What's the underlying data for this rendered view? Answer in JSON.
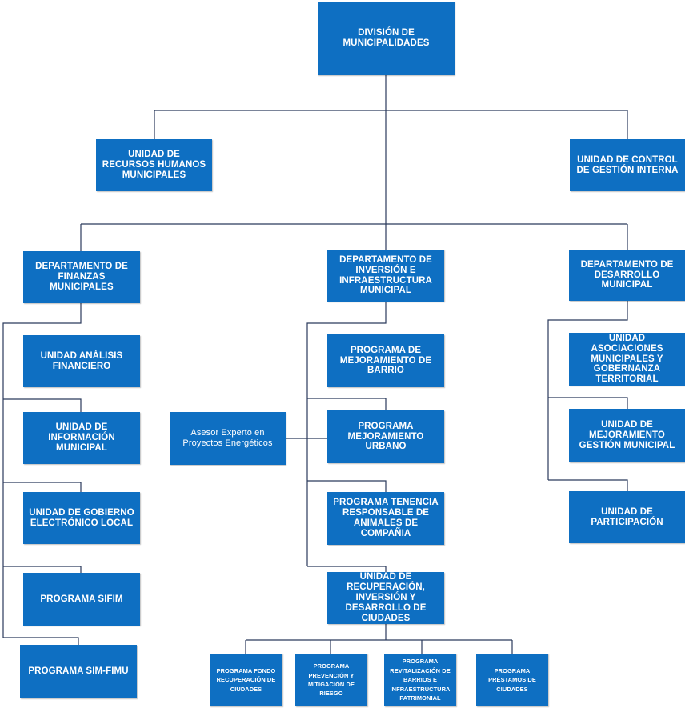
{
  "chart_colors": {
    "box": "#0E6FC2",
    "line": "#2B3A5C"
  },
  "nodes": {
    "division": "DIVISIÓN DE MUNICIPALIDADES",
    "urh": "UNIDAD DE RECURSOS HUMANOS MUNICIPALES",
    "ucgi": "UNIDAD DE CONTROL DE GESTIÓN INTERNA",
    "dfm": "DEPARTAMENTO DE FINANZAS MUNICIPALES",
    "diiu": "DEPARTAMENTO DE INVERSIÓN E INFRAESTRUCTURA MUNICIPAL",
    "ddm": "DEPARTAMENTO DE DESARROLLO MUNICIPAL",
    "uaf": "UNIDAD ANÁLISIS FINANCIERO",
    "uim": "UNIDAD DE INFORMACIÓN MUNICIPAL",
    "ugel": "UNIDAD DE GOBIERNO ELECTRÓNICO LOCAL",
    "sifim": "PROGRAMA SIFIM",
    "simfimu": "PROGRAMA SIM-FIMU",
    "pmb": "PROGRAMA DE MEJORAMIENTO DE BARRIO",
    "pmu": "PROGRAMA MEJORAMIENTO URBANO",
    "ptra": "PROGRAMA TENENCIA RESPONSABLE DE ANIMALES DE COMPAÑIA",
    "urid": "UNIDAD DE RECUPERACIÓN, INVERSIÓN Y DESARROLLO DE CIUDADES",
    "asesor": "Asesor Experto en Proyectos Energéticos",
    "uamg": "UNIDAD ASOCIACIONES MUNICIPALES Y GOBERNANZA TERRITORIAL",
    "umgm": "UNIDAD DE MEJORAMIENTO GESTIÓN MUNICIPAL",
    "up": "UNIDAD DE PARTICIPACIÓN",
    "pfrc": "PROGRAMA FONDO RECUPERACIÓN DE CIUDADES",
    "ppmr": "PROGRAMA PREVENCIÓN Y MITIGACIÓN DE RIESGO",
    "prbip": "PROGRAMA REVITALIZACIÓN DE BARRIOS E INFRAESTRUCTURA PATRIMONIAL",
    "ppc": "PROGRAMA PRÉSTAMOS DE CIUDADES"
  }
}
